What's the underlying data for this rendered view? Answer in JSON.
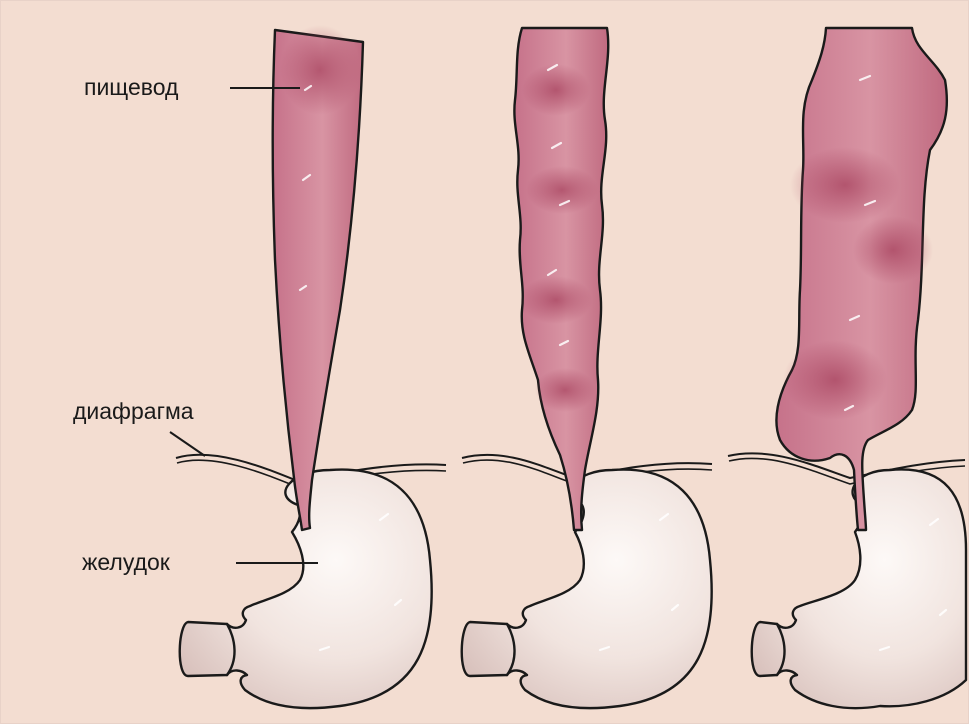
{
  "labels": {
    "esophagus": "пищевод",
    "diaphragm": "диафрагма",
    "stomach": "желудок"
  },
  "colors": {
    "background": "#f3ddd1",
    "esophagus_light": "#d89aa5",
    "esophagus_dark": "#b45a70",
    "stomach_light": "#fbf4f1",
    "stomach_shade": "#e0c9c4",
    "outline": "#1a1a1a"
  }
}
